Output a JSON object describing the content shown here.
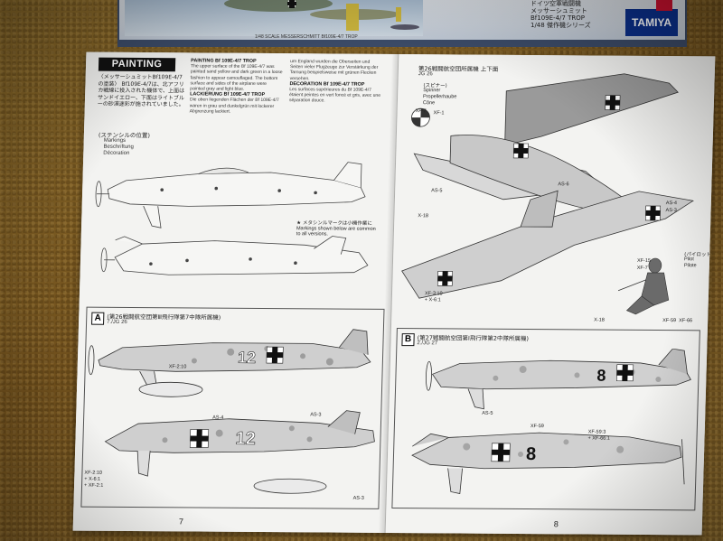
{
  "box": {
    "brand": "TAMIYA",
    "jp_lines": [
      "ドイツ空軍戦闘機",
      "メッサーシュミット",
      "Bf109E-4/7 TROP",
      "1/48 傑作機シリーズ"
    ],
    "caption": "1/48 SCALE MESSERSCHMITT Bf109E-4/7 TROP"
  },
  "left_page": {
    "painting_header": "PAINTING",
    "jp_intro": "〈メッサーシュミットBf109E-4/7の塗装〉 Bf109E-4/7は、北アフリカ戦線に投入された機体で、上面はサンドイエロー、下面はライトブルーの砂漠迷彩が施されていました。",
    "col1": {
      "heading": "PAINTING Bf 109E-4/7 TROP",
      "text": "The upper surface of the Bf 109E-4/7 was painted sand yellow and dark green in a loose fashion to appear camouflaged. The bottom surface and sides of the airplane were painted gray and light blue.",
      "heading2": "LACKIERUNG Bf 109E-4/7 TROP",
      "text2": "Die oben liegenden Flächen der Bf 109E-4/7 waren in grau und dunkelgrün mit lockerer Abgrenzung lackiert."
    },
    "col2": {
      "text": "um England wurden die Oberseiten und Seiten vieler Flugzeuge zur Verstärkung der Tarnung beispielsweise mit grünen Flecken versehen.",
      "heading": "DECORATION Bf 109E-4/7 TROP",
      "text2": "Les surfaces supérieures du Bf 109E-4/7 étaient peintes en vert foncé et gris, avec une séparation douce."
    },
    "stencil_jp": "(ステンシルの位置)",
    "stencil_labels": [
      "Markings",
      "Beschriftung",
      "Décoration"
    ],
    "note_jp": "★ メタシンルマークは小機作業に",
    "note_en": "Markings shown below are common to all versions.",
    "panel_a": {
      "letter": "A",
      "jp_title": "(第26戦闘航空団第Ⅲ飛行隊第7中隊所属機)",
      "unit": "7./JG 26",
      "aircraft_code": "12",
      "callouts": [
        "XF-2:10",
        "+ X-6:1",
        "+ XF-2:1",
        "AS-4",
        "AS-3",
        "AS-3"
      ]
    },
    "page_number": "7"
  },
  "right_page": {
    "jp_title": "第26戦闘航空団所属機 上下面",
    "unit_top": "JG 26",
    "spinner_labels": [
      "(スピナー)",
      "Spinner",
      "Propellerhaube",
      "Cône"
    ],
    "pilot_labels": [
      "(パイロット)",
      "Pilot",
      "Pilote"
    ],
    "callouts_top": [
      "XF-7",
      "XF-1",
      "AS-5",
      "AS-6",
      "X-18",
      "XF-3:10",
      "+ X-6:1",
      "AS-4",
      "AS-3",
      "XF-59",
      "XF-66",
      "XF-15",
      "XF-7",
      "X-18"
    ],
    "panel_b": {
      "letter": "B",
      "jp_title": "(第27戦闘航空団第Ⅰ飛行隊第2中隊所属機)",
      "unit": "2./JG 27",
      "aircraft_code": "8",
      "callouts": [
        "AS-5",
        "XF-59",
        "XF-59:3",
        "+ XF-66:1"
      ]
    },
    "page_number": "8"
  },
  "colors": {
    "page": "#f3f3f1",
    "ink": "#222222",
    "carpet": "#7a5a22",
    "box_blue": "#0b2f8a",
    "box_red": "#c8102e"
  }
}
